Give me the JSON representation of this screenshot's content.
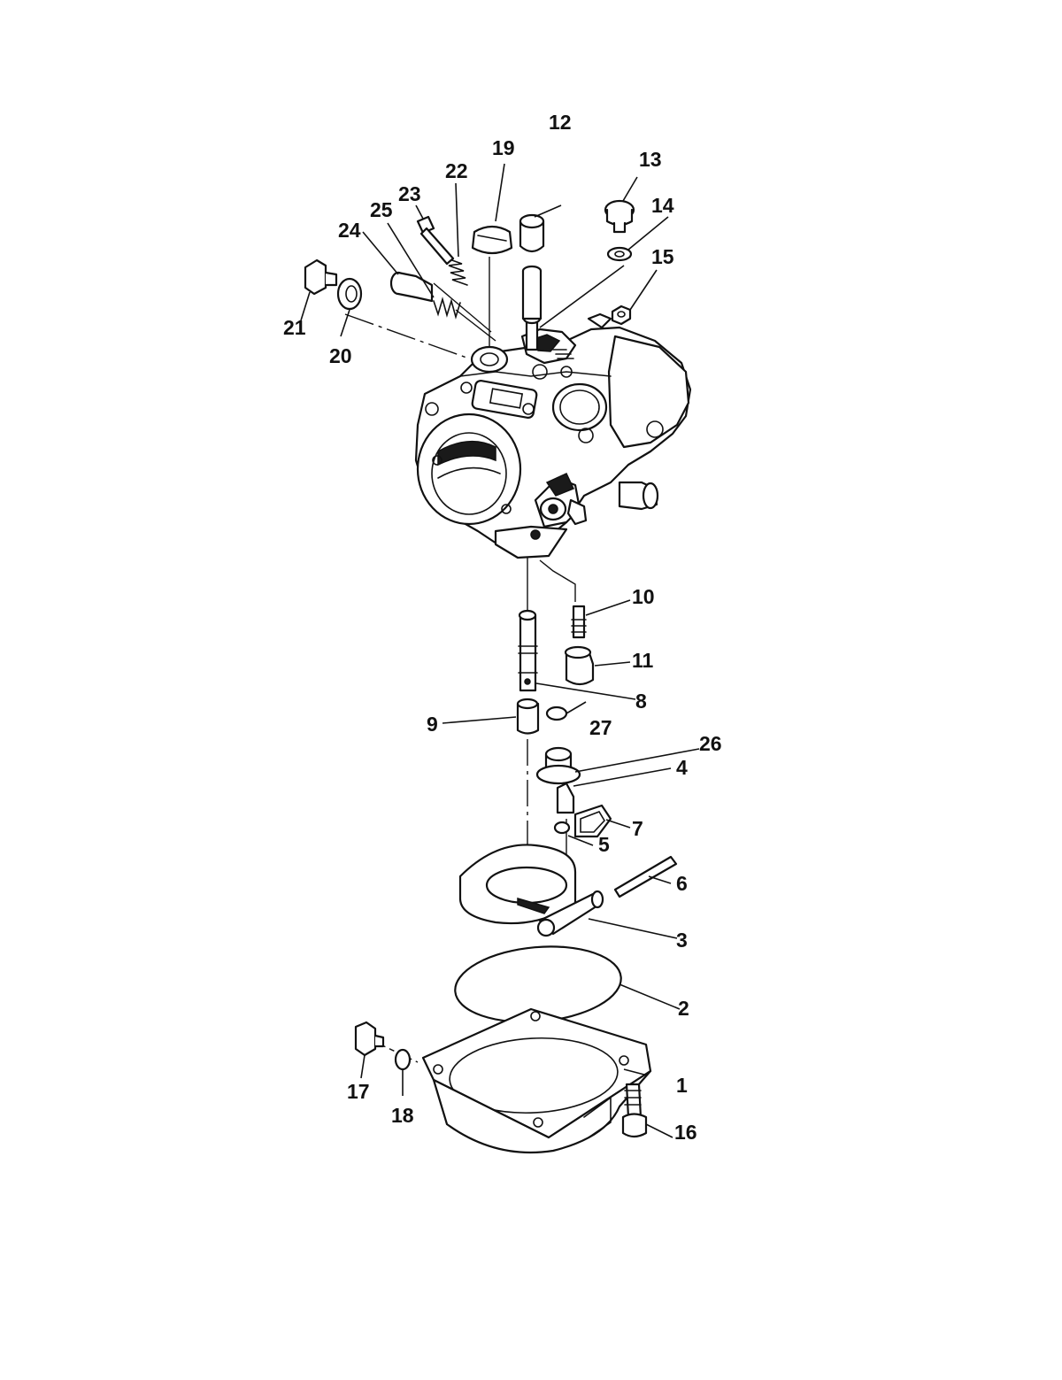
{
  "callouts": [
    {
      "id": "1",
      "label": "1"
    },
    {
      "id": "2",
      "label": "2"
    },
    {
      "id": "3",
      "label": "3"
    },
    {
      "id": "4",
      "label": "4"
    },
    {
      "id": "5",
      "label": "5"
    },
    {
      "id": "6",
      "label": "6"
    },
    {
      "id": "7",
      "label": "7"
    },
    {
      "id": "8",
      "label": "8"
    },
    {
      "id": "9",
      "label": "9"
    },
    {
      "id": "10",
      "label": "10"
    },
    {
      "id": "11",
      "label": "11"
    },
    {
      "id": "12",
      "label": "12"
    },
    {
      "id": "13",
      "label": "13"
    },
    {
      "id": "14",
      "label": "14"
    },
    {
      "id": "15",
      "label": "15"
    },
    {
      "id": "16",
      "label": "16"
    },
    {
      "id": "17",
      "label": "17"
    },
    {
      "id": "18",
      "label": "18"
    },
    {
      "id": "19",
      "label": "19"
    },
    {
      "id": "20",
      "label": "20"
    },
    {
      "id": "21",
      "label": "21"
    },
    {
      "id": "22",
      "label": "22"
    },
    {
      "id": "23",
      "label": "23"
    },
    {
      "id": "24",
      "label": "24"
    },
    {
      "id": "25",
      "label": "25"
    },
    {
      "id": "26",
      "label": "26"
    },
    {
      "id": "27",
      "label": "27"
    }
  ],
  "colors": {
    "ink": "#111111",
    "paper": "#ffffff"
  }
}
